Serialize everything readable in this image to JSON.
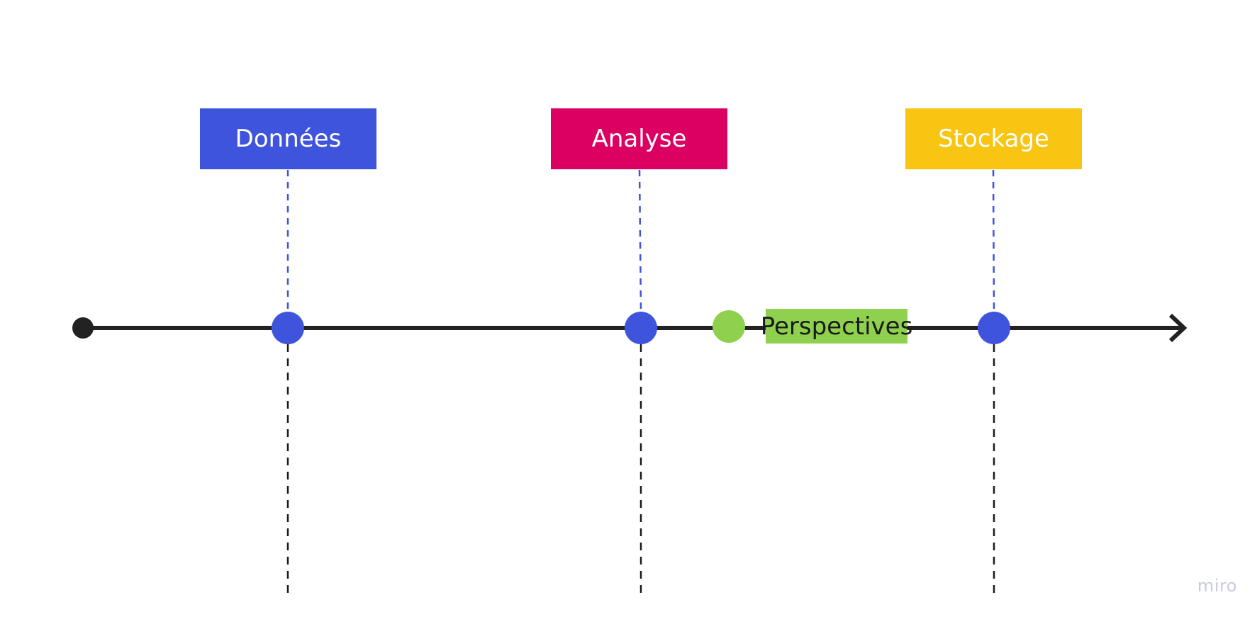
{
  "diagram": {
    "milestones": [
      {
        "id": "donnees",
        "label": "Données",
        "color": "#3F54DC"
      },
      {
        "id": "analyse",
        "label": "Analyse",
        "color": "#DC0062"
      },
      {
        "id": "stockage",
        "label": "Stockage",
        "color": "#F8C512"
      }
    ],
    "highlight": {
      "label": "Perspectives",
      "color": "#8FD14F"
    },
    "timeline_color": "#222222",
    "connector_color": "#3F54DC",
    "guide_color": "#1a1a1a"
  },
  "watermark": "miro"
}
